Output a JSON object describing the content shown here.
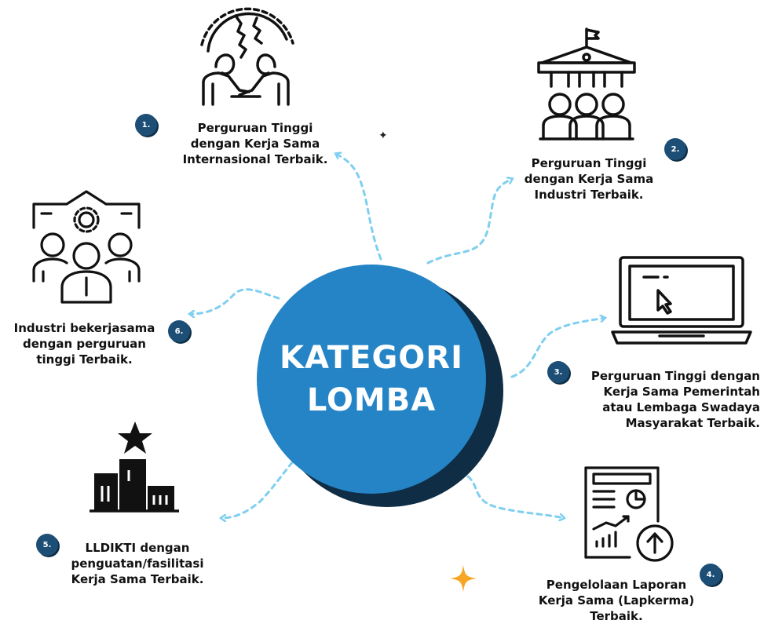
{
  "center": {
    "title": "KATEGORI\nLOMBA",
    "fill": "#2584c6",
    "shadow": "#0f2d45"
  },
  "badge_color": "#1d4e75",
  "arrow_color": "#7fcff0",
  "categories": [
    {
      "number": "1.",
      "label": "Perguruan Tinggi\ndengan Kerja Sama\nInternasional Terbaik.",
      "icon": "handshake-globe-icon"
    },
    {
      "number": "2.",
      "label": "Perguruan Tinggi\ndengan Kerja Sama\nIndustri Terbaik.",
      "icon": "institution-people-icon"
    },
    {
      "number": "3.",
      "label": "Perguruan Tinggi dengan\nKerja Sama Pemerintah\natau Lembaga Swadaya\nMasyarakat Terbaik.",
      "icon": "laptop-cursor-icon"
    },
    {
      "number": "4.",
      "label": "Pengelolaan Laporan\nKerja Sama (Lapkerma)\nTerbaik.",
      "icon": "report-upload-icon"
    },
    {
      "number": "5.",
      "label": "LLDIKTI dengan\npenguatan/fasilitasi\nKerja Sama Terbaik.",
      "icon": "podium-star-icon"
    },
    {
      "number": "6.",
      "label": "Industri bekerjasama\ndengan perguruan\ntinggi Terbaik.",
      "icon": "industry-team-icon"
    }
  ]
}
